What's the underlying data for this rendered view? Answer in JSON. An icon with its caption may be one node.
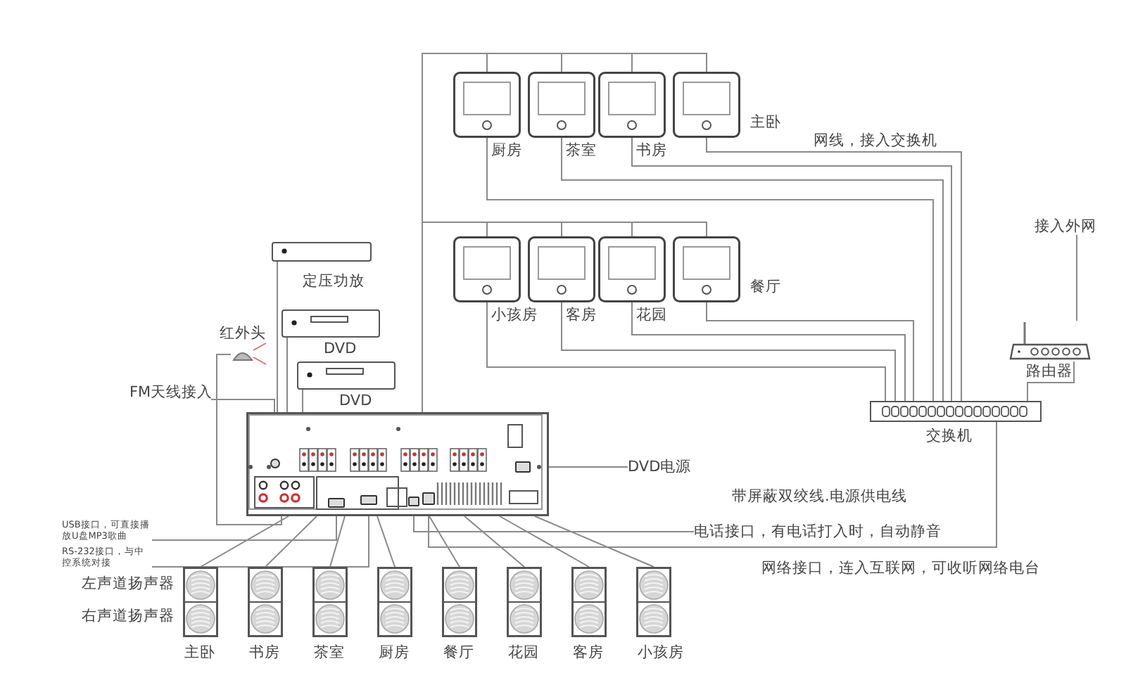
{
  "diagram": {
    "nodes": [
      {
        "text": [
          "厨房"
        ]
      },
      {
        "text": [
          "茶室"
        ]
      },
      {
        "text": [
          "书房"
        ]
      },
      {
        "text": [
          "主卧"
        ]
      },
      {
        "text": [
          "小孩房"
        ]
      },
      {
        "text": [
          "客房"
        ]
      },
      {
        "text": [
          "花园"
        ]
      },
      {
        "text": [
          "餐厅"
        ]
      },
      {
        "text": [
          "接入外网"
        ]
      },
      {
        "text": [
          "定压功放"
        ]
      },
      {
        "text": [
          "DVD"
        ]
      },
      {
        "text": [
          "DVD"
        ]
      },
      {
        "text": [
          "红外头"
        ]
      },
      {
        "text": [
          "路由器"
        ]
      },
      {
        "text": [
          "FM天线接入"
        ]
      },
      {
        "text": [],
        "shape": "box"
      },
      {
        "text": [],
        "shape": "circle",
        "in": 15
      },
      {
        "text": [],
        "shape": "box",
        "in": 15
      },
      {
        "text": [],
        "shape": "box",
        "in": 15
      },
      {
        "text": [],
        "shape": "box",
        "in": 15
      },
      {
        "text": [],
        "shape": "box",
        "in": 15
      },
      {
        "text": [],
        "shape": "box",
        "in": 15
      },
      {
        "text": [
          "交换机"
        ]
      },
      {
        "text": [
          "DVD电源"
        ]
      },
      {
        "text": [
          "USB接口，可直接播放U盘MP3歌曲"
        ]
      },
      {
        "text": [
          "RS-232接口，与中控系统对接"
        ]
      },
      {
        "text": [
          "电话接口，有电话打入时，自动静音"
        ]
      },
      {
        "text": [
          "主卧"
        ]
      },
      {
        "text": [
          "书房"
        ]
      },
      {
        "text": [
          "茶室"
        ]
      },
      {
        "text": [
          "厨房"
        ]
      },
      {
        "text": [
          "餐厅"
        ]
      },
      {
        "text": [
          "花园"
        ]
      },
      {
        "text": [
          "客房"
        ]
      },
      {
        "text": [
          "小孩房"
        ]
      }
    ],
    "edges": [
      {
        "from": 0,
        "to": 15,
        "arrow": "none"
      },
      {
        "from": 1,
        "to": 15,
        "arrow": "none"
      },
      {
        "from": 2,
        "to": 15,
        "arrow": "none"
      },
      {
        "from": 3,
        "to": 15,
        "arrow": "none"
      },
      {
        "from": 4,
        "to": 15,
        "arrow": "none"
      },
      {
        "from": 5,
        "to": 15,
        "arrow": "none"
      },
      {
        "from": 6,
        "to": 15,
        "arrow": "none"
      },
      {
        "from": 7,
        "to": 15,
        "arrow": "none"
      },
      {
        "from": 0,
        "to": 22,
        "arrow": "none"
      },
      {
        "from": 1,
        "to": 22,
        "arrow": "none"
      },
      {
        "from": 2,
        "to": 22,
        "arrow": "none"
      },
      {
        "from": 3,
        "to": 22,
        "arrow": "none"
      },
      {
        "from": 4,
        "to": 22,
        "arrow": "none"
      },
      {
        "from": 5,
        "to": 22,
        "arrow": "none"
      },
      {
        "from": 6,
        "to": 22,
        "arrow": "none"
      },
      {
        "from": 7,
        "to": 22,
        "arrow": "none"
      },
      {
        "from": 8,
        "to": 13,
        "arrow": "none"
      },
      {
        "from": 13,
        "to": 22,
        "arrow": "none"
      },
      {
        "from": 9,
        "to": 15,
        "arrow": "none"
      },
      {
        "from": 10,
        "to": 15,
        "arrow": "none"
      },
      {
        "from": 11,
        "to": 15,
        "arrow": "none"
      },
      {
        "from": 12,
        "to": 15,
        "arrow": "none"
      },
      {
        "from": 14,
        "to": 16,
        "arrow": "none"
      },
      {
        "from": 23,
        "to": 21,
        "arrow": "none"
      },
      {
        "from": 24,
        "to": 17,
        "arrow": "none"
      },
      {
        "from": 25,
        "to": 18,
        "arrow": "none"
      },
      {
        "from": 26,
        "to": 19,
        "arrow": "none"
      },
      {
        "from": 22,
        "to": 20,
        "arrow": "none",
        "label": "网络接口，连入互联网，可收听网络电台"
      },
      {
        "from": 15,
        "to": 27,
        "arrow": "none"
      },
      {
        "from": 15,
        "to": 28,
        "arrow": "none"
      },
      {
        "from": 15,
        "to": 29,
        "arrow": "none"
      },
      {
        "from": 15,
        "to": 30,
        "arrow": "none"
      },
      {
        "from": 15,
        "to": 31,
        "arrow": "none"
      },
      {
        "from": 15,
        "to": 32,
        "arrow": "none"
      },
      {
        "from": 15,
        "to": 33,
        "arrow": "none"
      },
      {
        "from": 15,
        "to": 34,
        "arrow": "none"
      }
    ],
    "labels": [
      "网线，接入交换机",
      "带屏蔽双绞线.电源供电线",
      "左声道扬声器",
      "右声道扬声器"
    ]
  }
}
